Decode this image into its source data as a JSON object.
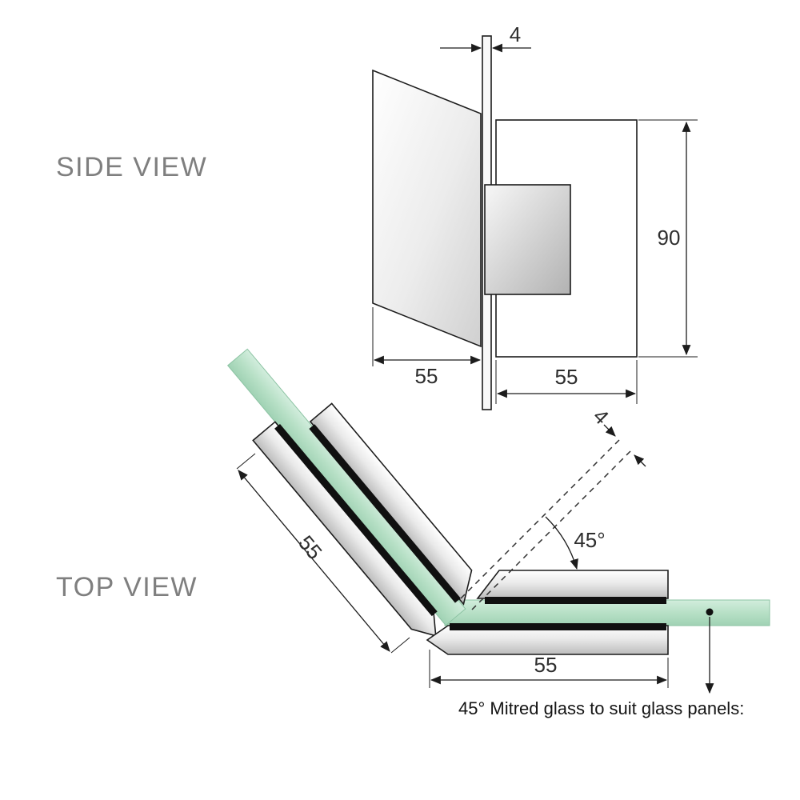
{
  "side_view": {
    "title": "SIDE VIEW",
    "dims": {
      "glass_thickness": "4",
      "hinge_height": "90",
      "glass_inset_width": "55",
      "hinge_width": "55"
    }
  },
  "top_view": {
    "title": "TOP VIEW",
    "dims": {
      "glass_thickness": "4",
      "mitre_angle": "45°",
      "diagonal_clamp_width": "55",
      "horizontal_clamp_width": "55"
    },
    "caption": "45° Mitred glass to suit glass panels:"
  },
  "colors": {
    "glass_green": "#b7e0c6",
    "metal_light": "#f5f5f5",
    "metal_dark": "#bcbcbc",
    "outline": "#1c1c1c",
    "dimension_text": "#2e2e2e",
    "view_label": "#7f7f7f",
    "background": "#ffffff"
  }
}
